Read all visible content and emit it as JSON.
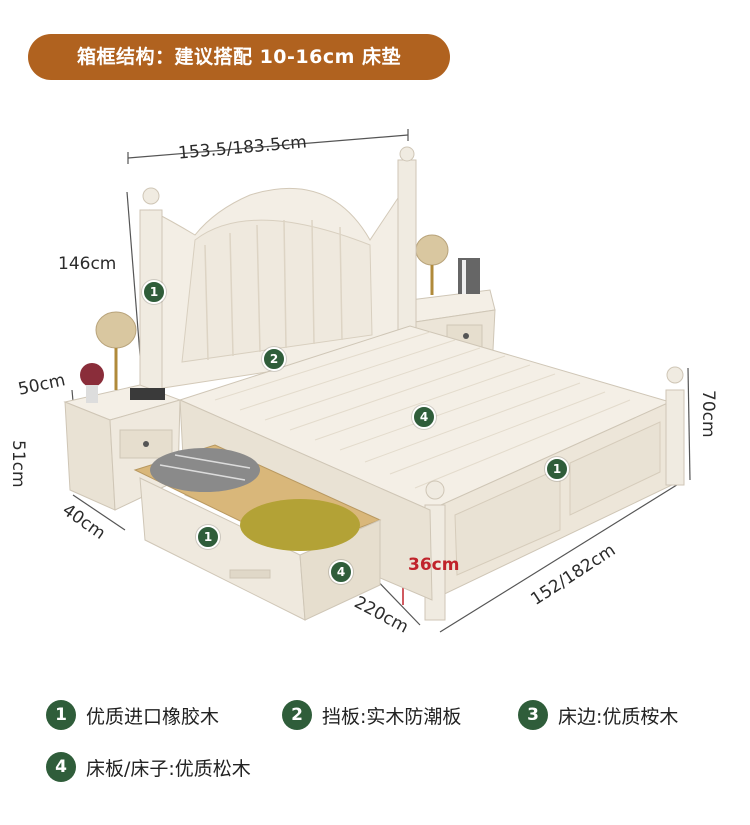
{
  "banner": {
    "text": "箱框结构：建议搭配 10-16cm 床垫"
  },
  "dimensions": {
    "headboard_width": "153.5/183.5cm",
    "headboard_height": "146cm",
    "nightstand_height_top": "50cm",
    "nightstand_height": "51cm",
    "nightstand_depth": "40cm",
    "footboard_height": "70cm",
    "bed_width": "152/182cm",
    "bed_length": "220cm",
    "drawer_height": "36cm"
  },
  "markers": {
    "headboard_post": "1",
    "headboard_panel": "2",
    "bed_slats": "4",
    "footboard": "1",
    "drawer": "1",
    "drawer_inner": "4"
  },
  "legend": [
    {
      "num": "1",
      "label": "优质进口橡胶木"
    },
    {
      "num": "2",
      "label": "挡板:实木防潮板"
    },
    {
      "num": "3",
      "label": "床边:优质桉木"
    },
    {
      "num": "4",
      "label": "床板/床子:优质松木"
    }
  ],
  "colors": {
    "banner_bg": "#b0621f",
    "marker_bg": "#2f5d3a",
    "dimension_red": "#c0232b"
  }
}
